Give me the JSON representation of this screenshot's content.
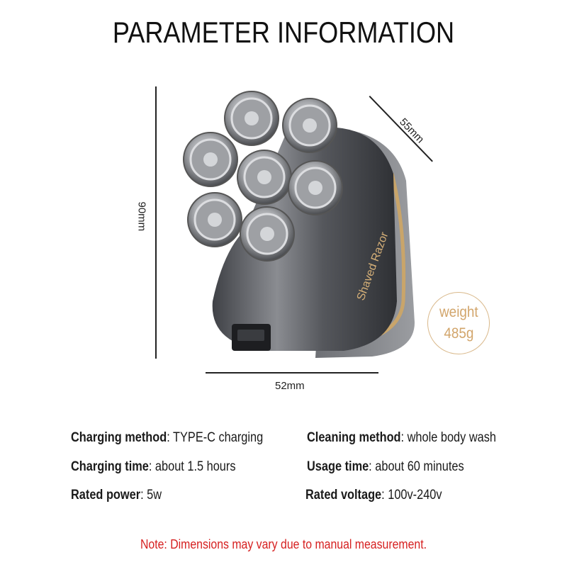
{
  "title": "PARAMETER INFORMATION",
  "dimensions": {
    "height": "90mm",
    "depth": "55mm",
    "width": "52mm"
  },
  "product": {
    "brand_text": "Shaved Razor",
    "icon": "rotary-shaver-image"
  },
  "weight": {
    "label": "weight",
    "value": "485g"
  },
  "specs": [
    {
      "key": "Charging method",
      "value": "TYPE-C charging"
    },
    {
      "key": "Cleaning method",
      "value": "whole body wash"
    },
    {
      "key": "Charging time",
      "value": "about 1.5 hours"
    },
    {
      "key": "Usage time",
      "value": "about 60 minutes"
    },
    {
      "key": "Rated power",
      "value": "5w"
    },
    {
      "key": "Rated voltage",
      "value": "100v-240v"
    }
  ],
  "note": "Note: Dimensions may vary due to manual measurement.",
  "colors": {
    "accent_gold": "#d2a56b",
    "note_red": "#d62020",
    "body_gray": "#5b5d62"
  }
}
